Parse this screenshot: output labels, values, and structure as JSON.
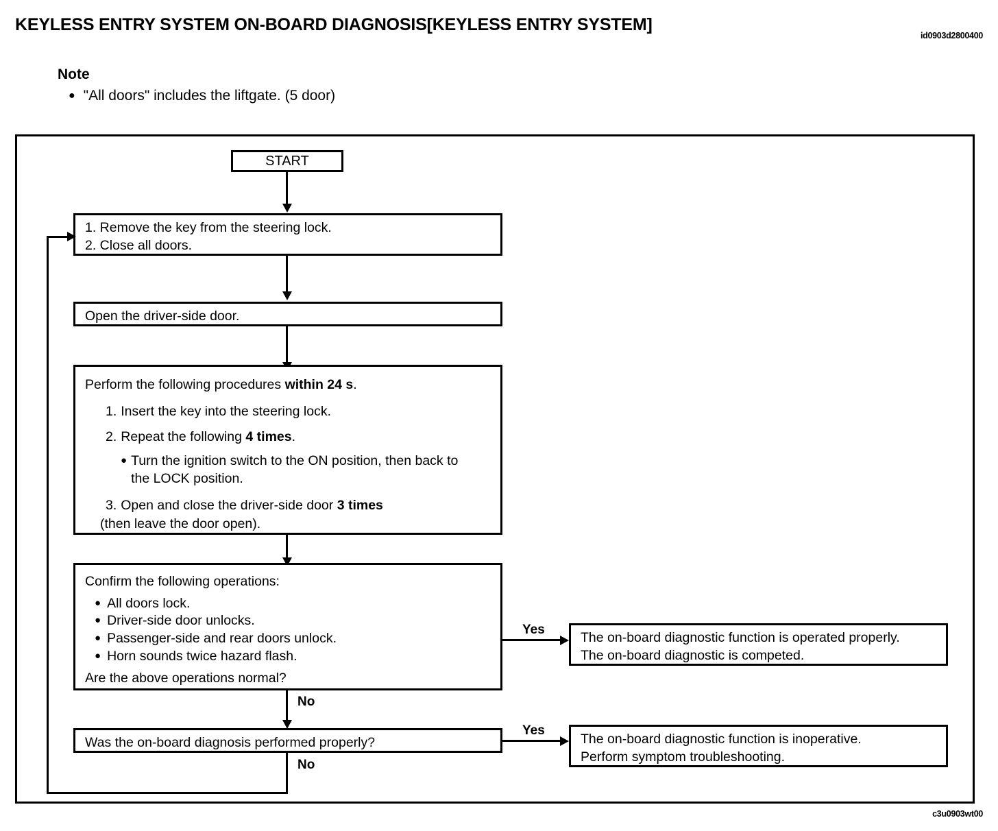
{
  "header": {
    "title": "KEYLESS ENTRY SYSTEM ON-BOARD DIAGNOSIS[KEYLESS ENTRY SYSTEM]",
    "reference_id": "id0903d2800400",
    "footer_id": "c3u0903wt00"
  },
  "note": {
    "heading": "Note",
    "bullet": "\"All doors\" includes the liftgate. (5 door)"
  },
  "flowchart": {
    "start": "START",
    "step1": {
      "line1": "1. Remove the key from the steering lock.",
      "line2": "2. Close all doors."
    },
    "step2": {
      "line1": "Open the driver-side door."
    },
    "step3": {
      "intro_a": "Perform the following procedures ",
      "intro_b": "within 24 s",
      "intro_c": ".",
      "item1_marker": "1.",
      "item1": "Insert the key into the steering lock.",
      "item2_marker": "2.",
      "item2_a": "Repeat the following ",
      "item2_b": "4 times",
      "item2_c": ".",
      "sub_bullet_line1": "Turn the ignition switch to the ON position, then back to",
      "sub_bullet_line2": "the LOCK position.",
      "item3_marker": "3.",
      "item3_a": "Open and close the driver-side door ",
      "item3_b": "3 times",
      "item3_cont": "(then leave the door open)."
    },
    "step4": {
      "intro": "Confirm the following operations:",
      "bullets": [
        "All doors lock.",
        "Driver-side door unlocks.",
        "Passenger-side and rear doors unlock.",
        "Horn sounds twice hazard flash."
      ],
      "question": "Are the above operations normal?"
    },
    "step5": {
      "question": "Was the on-board diagnosis performed properly?"
    },
    "result_ok": {
      "line1": "The on-board diagnostic function is operated properly.",
      "line2": "The on-board diagnostic is competed."
    },
    "result_bad": {
      "line1": "The on-board diagnostic function is inoperative.",
      "line2": "Perform symptom troubleshooting."
    },
    "labels": {
      "yes_top": "Yes",
      "no_mid": "No",
      "yes_bottom": "Yes",
      "no_bottom": "No"
    }
  }
}
